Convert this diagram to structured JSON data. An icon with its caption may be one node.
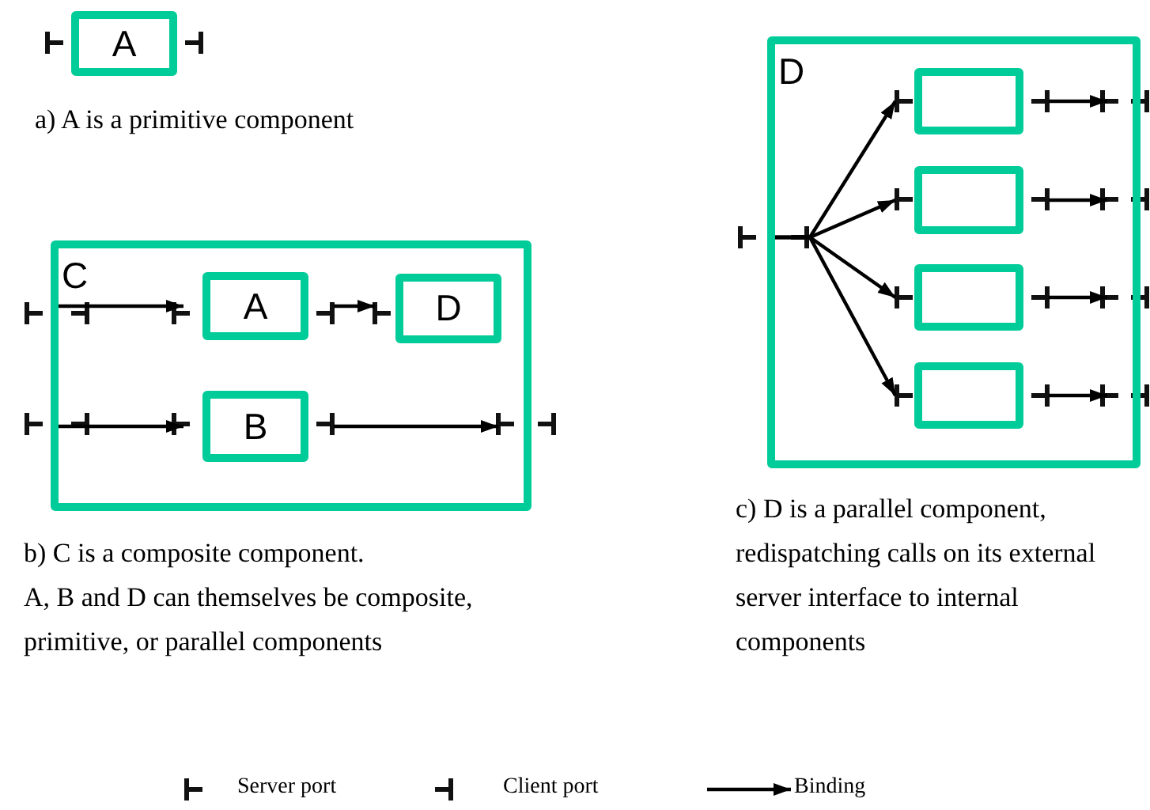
{
  "diagram": {
    "nodes": [
      {
        "text": [
          "A"
        ]
      },
      {
        "text": [
          "C"
        ]
      },
      {
        "text": [
          "A"
        ],
        "in": 1
      },
      {
        "text": [
          "D"
        ],
        "in": 1
      },
      {
        "text": [
          "B"
        ],
        "in": 1
      },
      {
        "text": [
          "D"
        ]
      },
      {
        "text": [],
        "shape": "box",
        "in": 5
      },
      {
        "text": [],
        "shape": "box",
        "in": 5
      },
      {
        "text": [],
        "shape": "box",
        "in": 5
      },
      {
        "text": [],
        "shape": "box",
        "in": 5
      }
    ],
    "edges": [
      {
        "from": 1,
        "to": 2,
        "arrow": "to"
      },
      {
        "from": 2,
        "to": 3,
        "arrow": "to"
      },
      {
        "from": 1,
        "to": 4,
        "arrow": "to"
      },
      {
        "from": 4,
        "to": 1,
        "arrow": "to"
      },
      {
        "from": 5,
        "to": 6,
        "arrow": "to"
      },
      {
        "from": 5,
        "to": 7,
        "arrow": "to"
      },
      {
        "from": 5,
        "to": 8,
        "arrow": "to"
      },
      {
        "from": 5,
        "to": 9,
        "arrow": "to"
      },
      {
        "from": 6,
        "to": 5,
        "arrow": "to"
      },
      {
        "from": 7,
        "to": 5,
        "arrow": "to"
      },
      {
        "from": 8,
        "to": 5,
        "arrow": "to"
      },
      {
        "from": 9,
        "to": 5,
        "arrow": "to"
      }
    ],
    "labels": [
      "a) A is a primitive component",
      "b) C is a composite component.",
      "A, B and D can themselves be composite, primitive, or parallel components",
      "c) D is a parallel component, redispatching calls on its external server interface to internal components"
    ],
    "legend": [
      {
        "text": "Server port"
      },
      {
        "text": "Client port"
      },
      {
        "text": "Binding"
      }
    ]
  }
}
